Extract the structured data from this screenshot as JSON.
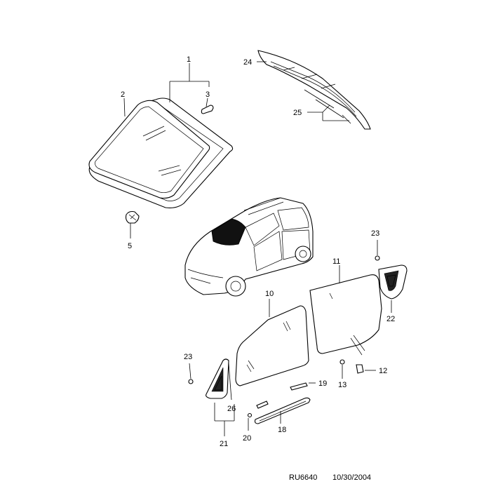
{
  "diagram": {
    "reference": "RU6640",
    "date": "10/30/2004",
    "callouts": [
      "1",
      "2",
      "3",
      "5",
      "10",
      "11",
      "12",
      "13",
      "18",
      "19",
      "20",
      "21",
      "22",
      "23",
      "23",
      "24",
      "25",
      "26"
    ],
    "parts": [
      "windshield-frame",
      "windshield-glass",
      "molding-clip",
      "retainer-clip",
      "rear-glass",
      "rear-glass-strips",
      "vehicle",
      "front-door-glass",
      "rear-door-glass",
      "front-quarter-glass",
      "rear-quarter-glass",
      "door-glass-channel",
      "window-clip",
      "window-strip"
    ]
  }
}
